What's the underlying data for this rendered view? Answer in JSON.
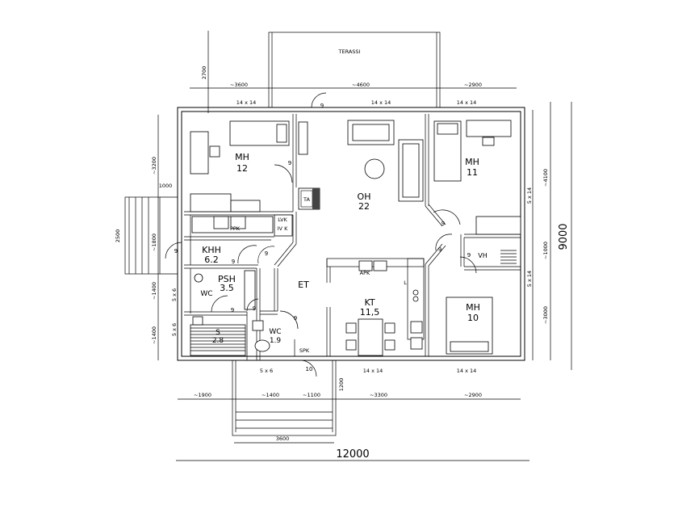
{
  "terrace": {
    "label": "TERASSI"
  },
  "rooms": {
    "mh12": {
      "name": "MH",
      "area": "12"
    },
    "mh11": {
      "name": "MH",
      "area": "11"
    },
    "oh": {
      "name": "OH",
      "area": "22"
    },
    "khh": {
      "name": "KHH",
      "area": "6.2"
    },
    "psh": {
      "name": "PSH",
      "area": "3.5"
    },
    "wc1": {
      "name": "WC"
    },
    "sauna": {
      "name": "S",
      "area": "2.8"
    },
    "wc2": {
      "name": "WC",
      "area": "1.9"
    },
    "et": {
      "name": "ET"
    },
    "kt": {
      "name": "KT",
      "area": "11,5"
    },
    "mh10": {
      "name": "MH",
      "area": "10"
    },
    "vh": {
      "name": "VH"
    }
  },
  "fixtures": {
    "ta": "TA",
    "ppk": "PPK",
    "lvk": "LVK",
    "ivk": "IV K",
    "apk": "APK",
    "spk": "SPK",
    "l": "L"
  },
  "windows": {
    "top_left": "14 x 14",
    "top_mid": "14 x 14",
    "top_right": "14 x 14",
    "bottom_mid": "14 x 14",
    "bottom_right": "14 x 14",
    "right_upper": "5 x 14",
    "right_lower": "5 x 14",
    "left_upper": "5 x 6",
    "left_lower": "5 x 6",
    "bottom_left": "5 x 6"
  },
  "doors": {
    "d1": "9",
    "d2": "9",
    "d3": "9",
    "d4": "9",
    "d5": "9",
    "d6": "9",
    "d7": "9",
    "d8": "9",
    "d9": "9",
    "d10": "9",
    "d11": "9",
    "d12": "10"
  },
  "dimensions": {
    "top_a": "~3600",
    "top_b": "~4600",
    "top_c": "~2900",
    "terrace_depth": "2700",
    "bottom_a": "~1900",
    "bottom_b": "~1400",
    "bottom_c": "~1100",
    "bottom_d": "~3300",
    "bottom_e": "~2900",
    "steps_width": "3600",
    "steps_depth": "1200",
    "total_width": "12000",
    "total_height": "9000",
    "left_a": "~3200",
    "left_b": "1000",
    "left_c": "~1800",
    "left_d": "2500",
    "left_e": "~1400",
    "left_f": "~1400",
    "right_a": "~4100",
    "right_b": "~1000",
    "right_c": "~3000"
  }
}
